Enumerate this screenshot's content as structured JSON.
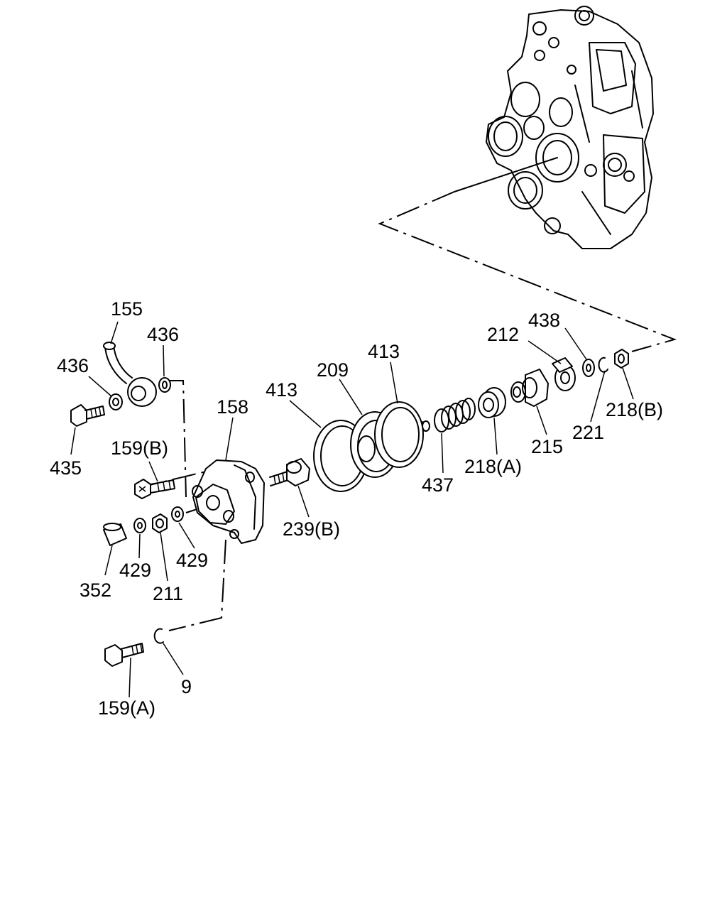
{
  "labels": {
    "p155": "155",
    "p436a": "436",
    "p436b": "436",
    "p435": "435",
    "p158": "158",
    "p159b": "159(B)",
    "p352": "352",
    "p429a": "429",
    "p211": "211",
    "p429b": "429",
    "p239b": "239(B)",
    "p413a": "413",
    "p209": "209",
    "p413b": "413",
    "p437": "437",
    "p218a": "218(A)",
    "p215": "215",
    "p212": "212",
    "p438": "438",
    "p221": "221",
    "p218b": "218(B)",
    "p9": "9",
    "p159a": "159(A)"
  }
}
